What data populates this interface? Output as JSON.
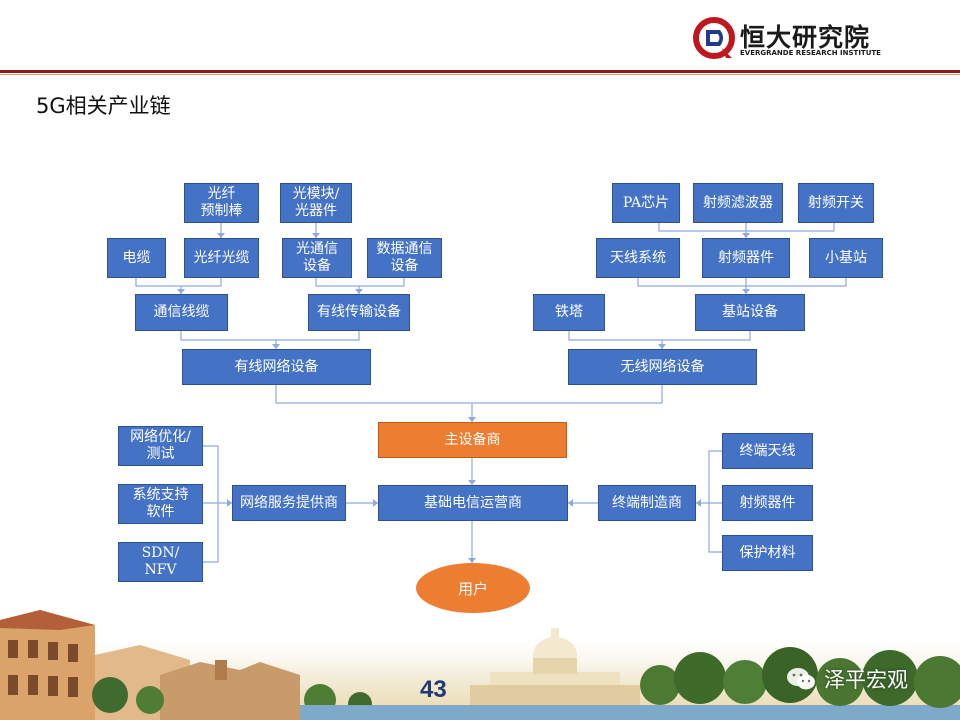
{
  "header": {
    "logo_cn": "恒大研究院",
    "logo_en": "EVERGRANDE RESEARCH INSTITUTE",
    "title": "5G相关产业链"
  },
  "nodes": {
    "optical_fiber_preform": "光纤\n预制棒",
    "optical_module": "光模块/\n光器件",
    "pa_chip": "PA芯片",
    "rf_filter": "射频滤波器",
    "rf_switch": "射频开关",
    "cable": "电缆",
    "optical_cable": "光纤光缆",
    "optical_comm_equipment": "光通信\n设备",
    "data_comm_equipment": "数据通信\n设备",
    "antenna_system": "天线系统",
    "rf_device_top": "射频器件",
    "small_base_station": "小基站",
    "comm_cable": "通信线缆",
    "wired_transmission": "有线传输设备",
    "tower": "铁塔",
    "base_station_equipment": "基站设备",
    "wired_network_equipment": "有线网络设备",
    "wireless_network_equipment": "无线网络设备",
    "main_equipment_vendor": "主设备商",
    "network_optimization": "网络优化/\n测试",
    "system_support_software": "系统支持\n软件",
    "sdn_nfv": "SDN/\nNFV",
    "network_service_provider": "网络服务提供商",
    "telecom_operator": "基础电信运营商",
    "terminal_manufacturer": "终端制造商",
    "terminal_antenna": "终端天线",
    "rf_device_bottom": "射频器件",
    "protective_material": "保护材料",
    "user": "用户"
  },
  "footer": {
    "page_number": "43",
    "watermark": "泽平宏观"
  },
  "colors": {
    "node_blue": "#4472c4",
    "node_orange": "#ed7d31",
    "connector": "#8faadc",
    "header_rule": "#8b1a1a"
  }
}
